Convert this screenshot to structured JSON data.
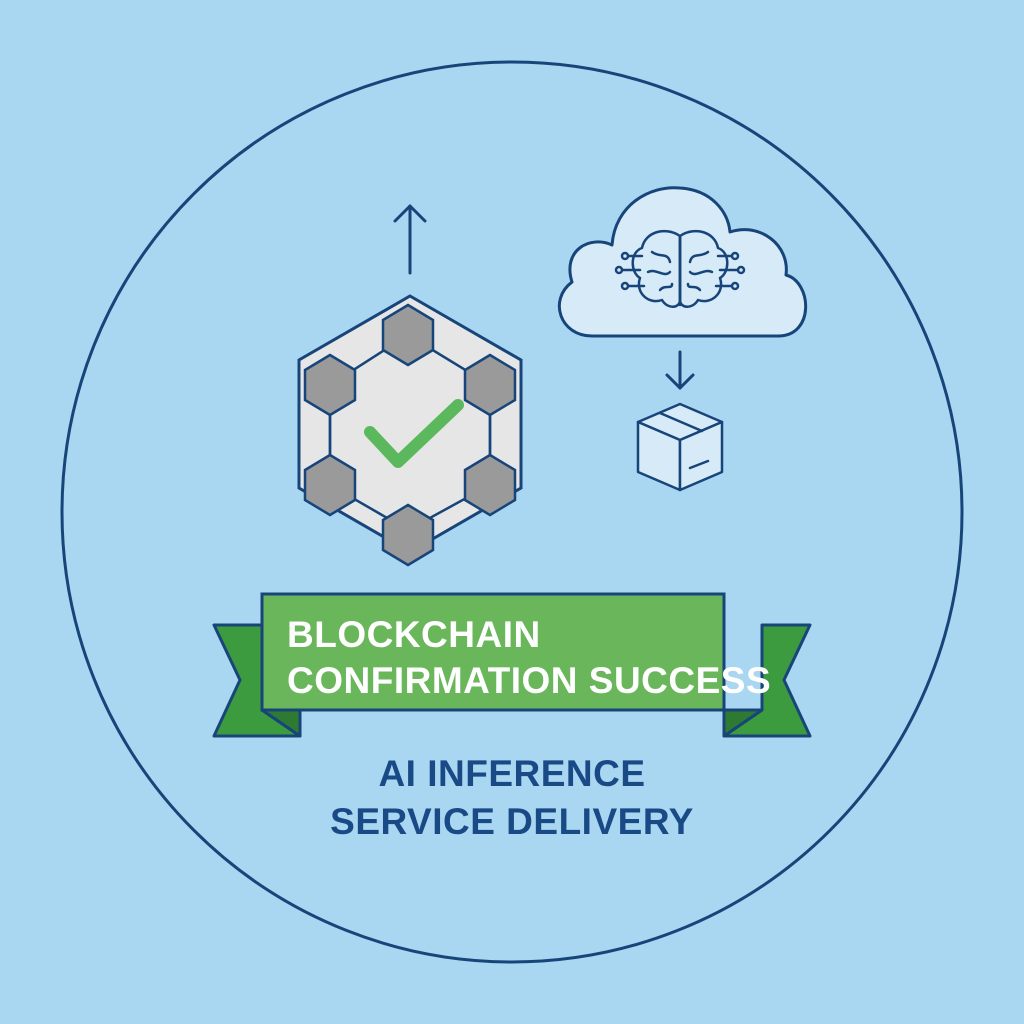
{
  "colors": {
    "background": "#a9d6f1",
    "outline": "#17457a",
    "banner_green": "#69b75a",
    "banner_green_dark": "#3d9b3f",
    "check_green": "#5cb85c",
    "node_gray": "#9a9a9a",
    "hex_fill": "#e6e6e6",
    "cloud_fill": "#d6eaf8",
    "text_white": "#ffffff",
    "text_navy": "#1a4a86"
  },
  "icons": {
    "main_ring": "circle-outline",
    "upload_arrow": "arrow-up-icon",
    "blockchain": "hexagon-network-icon",
    "verified": "checkmark-icon",
    "cloud": "cloud-icon",
    "ai": "brain-circuit-icon",
    "download_arrow": "arrow-down-icon",
    "delivery": "package-box-icon"
  },
  "banner": {
    "line1": "BLOCKCHAIN",
    "line2": "CONFIRMATION SUCCESS"
  },
  "caption": {
    "line1": "AI INFERENCE",
    "line2": "SERVICE DELIVERY"
  }
}
